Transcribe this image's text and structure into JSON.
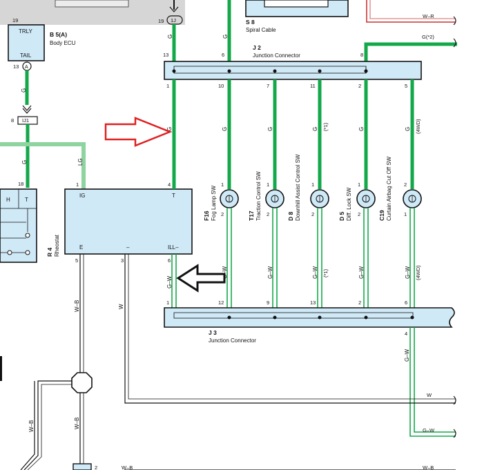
{
  "components": {
    "body_ecu": {
      "code": "B 5(A)",
      "name": "Body ECU",
      "pin_trly": "TRLY",
      "pin_tail": "TAIL",
      "pin_top": "19",
      "pin_bottom": "13",
      "connector": "A"
    },
    "spiral_cable": {
      "code": "S 8",
      "name": "Spiral Cable"
    },
    "j2": {
      "code": "J 2",
      "name": "Junction Connector"
    },
    "j3": {
      "code": "J 3",
      "name": "Junction Connector"
    },
    "rheostat": {
      "code": "R 4",
      "name": "Rheostat",
      "pin_ig": "IG",
      "pin_t": "T",
      "pin_e": "E",
      "pin_minus": "–",
      "pin_ill": "ILL–",
      "num_ig": "1",
      "num_t": "4",
      "num_e": "5",
      "num_minus": "3",
      "num_ill": "6"
    },
    "f16": {
      "code": "F16",
      "name": "Fog Lamp SW"
    },
    "t17": {
      "code": "T17",
      "name": "Traction Control SW"
    },
    "d8": {
      "code": "D 8",
      "name": "Downhill Assist Control SW"
    },
    "d5": {
      "code": "D 5",
      "name": "Diff. Lock SW"
    },
    "c19": {
      "code": "C19",
      "name": "Curtain Airbag Cut Off SW"
    },
    "left_connector": {
      "pin_h": "H",
      "pin_t": "T",
      "pin_18": "18"
    },
    "ij1": {
      "label": "IJ1",
      "pin": "8"
    },
    "ij_top": {
      "label": "1J",
      "pin": "19"
    }
  },
  "wires": {
    "g": "G",
    "lg": "LG",
    "gw": "G–W",
    "w": "W",
    "wb": "W–B",
    "wr": "W–R",
    "g_star2": "G(*2)",
    "star1": "(*1)",
    "fourwd": "(4WD)"
  },
  "pins": {
    "j2_top": [
      "13",
      "6",
      "8"
    ],
    "j2_bottom": [
      "1",
      "10",
      "7",
      "11",
      "2",
      "5"
    ],
    "sw_top": [
      "1",
      "1",
      "1",
      "1",
      "2"
    ],
    "sw_bottom": [
      "2",
      "2",
      "2",
      "2",
      "1"
    ],
    "j3_top": [
      "1",
      "12",
      "9",
      "13",
      "2",
      "6"
    ],
    "j3_bottom": "4",
    "bottom_left": "2"
  },
  "colors": {
    "green": "#13a84a",
    "light_green": "#8ed4a0",
    "box_fill": "#cfe9f7",
    "red_arrow": "#e02020",
    "wire_red": "#c83232"
  }
}
